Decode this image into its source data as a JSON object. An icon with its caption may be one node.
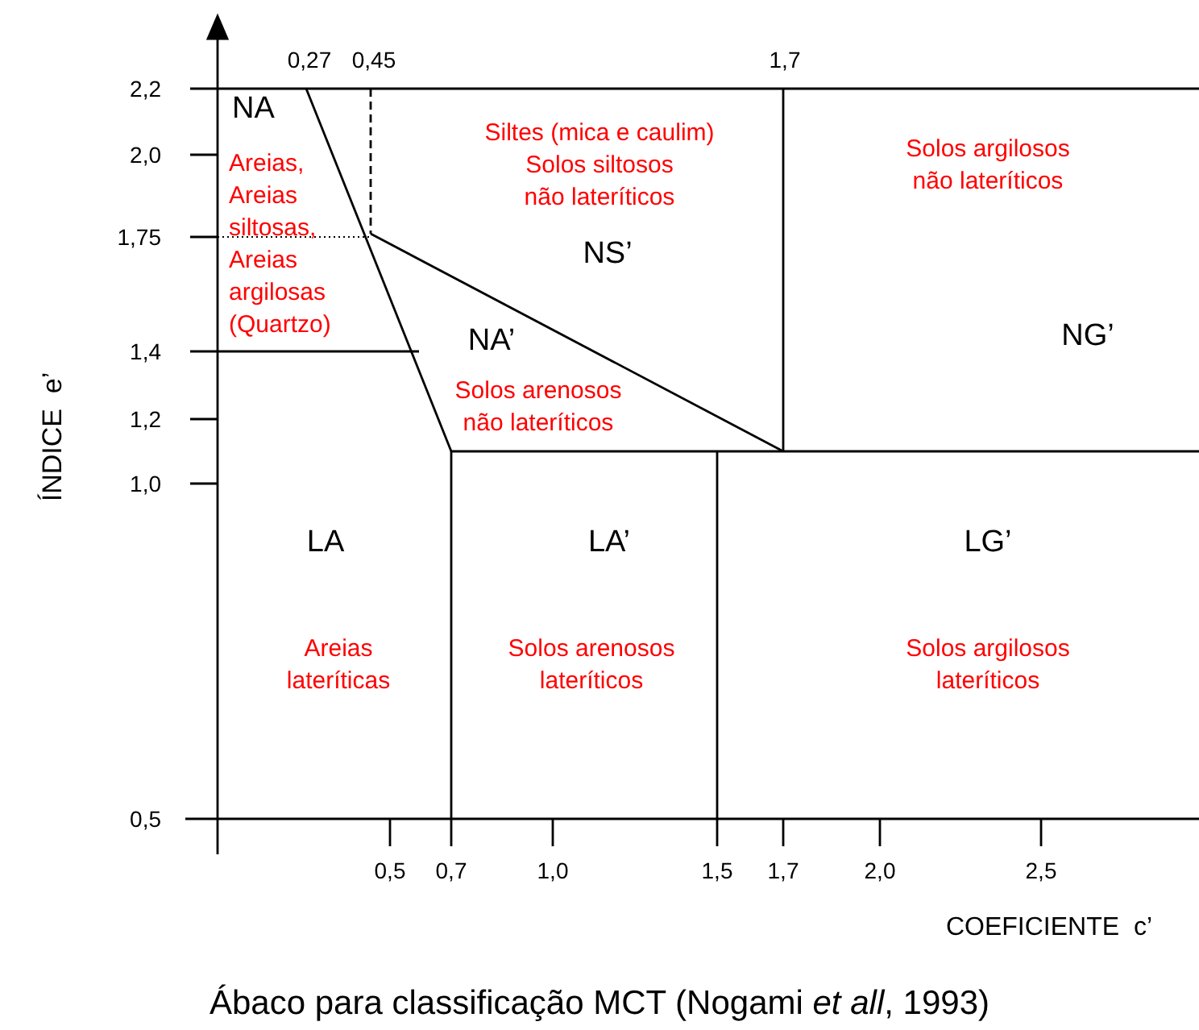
{
  "diagram": {
    "caption": "Ábaco para classificação MCT (Nogami *et all*, 1993)",
    "labels": [
      "0,27",
      "0,45",
      "1,7",
      "2,2",
      "NA",
      "Siltes (mica e caulim)",
      "Solos siltosos não lateríticos",
      "Solos argilosos não lateríticos",
      "2,0",
      "Areias, Areias siltosas, Areias argilosas (Quartzo)",
      "1,75",
      "NS’",
      "ÍNDICE  e’",
      "NA’",
      "NG’",
      "1,4",
      "Solos arenosos não lateríticos",
      "1,2",
      "1,0",
      "LA",
      "LA’",
      "LG’",
      "Areias lateríticas",
      "Solos arenosos lateríticos",
      "Solos argilosos lateríticos",
      "0,5",
      "0,5",
      "0,7",
      "1,0",
      "1,5",
      "1,7",
      "2,0",
      "2,5",
      "COEFICIENTE  c’"
    ]
  }
}
